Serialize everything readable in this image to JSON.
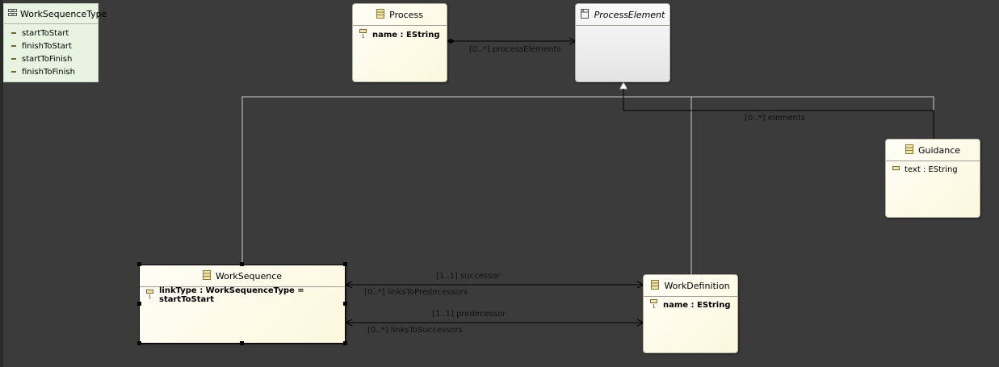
{
  "enumeration": {
    "name": "WorkSequenceType",
    "icon": "enum-icon",
    "literals": [
      "startToStart",
      "finishToStart",
      "startToFinish",
      "finishToFinish"
    ]
  },
  "classes": {
    "process": {
      "name": "Process",
      "icon": "class-icon",
      "attributes": [
        {
          "text": "name : EString"
        }
      ]
    },
    "process_element": {
      "name": "ProcessElement",
      "icon": "abstract-class-icon",
      "attributes": []
    },
    "guidance": {
      "name": "Guidance",
      "icon": "class-icon",
      "attributes": [
        {
          "text": "text : EString"
        }
      ]
    },
    "work_sequence": {
      "name": "WorkSequence",
      "icon": "class-icon",
      "attributes": [
        {
          "text": "linkType : WorkSequenceType = startToStart"
        }
      ]
    },
    "work_definition": {
      "name": "WorkDefinition",
      "icon": "class-icon",
      "attributes": [
        {
          "text": "name : EString"
        }
      ]
    }
  },
  "references": {
    "process_elements": "[0..*] processElements",
    "elements": "[0..*] elements",
    "successor": "[1..1] successor",
    "links_to_predecessors": "[0..*] linksToPredecessors",
    "predecessor": "[1..1] predecessor",
    "links_to_successors": "[0..*] linksToSuccessors"
  },
  "colors": {
    "canvas": "#3b3b3b",
    "class_fill": "#fcf7dd",
    "abstract_fill": "#e4e4e4",
    "enum_fill": "#e9f3e2",
    "line": "#000000",
    "inheritance_line": "#cfcfcf"
  }
}
